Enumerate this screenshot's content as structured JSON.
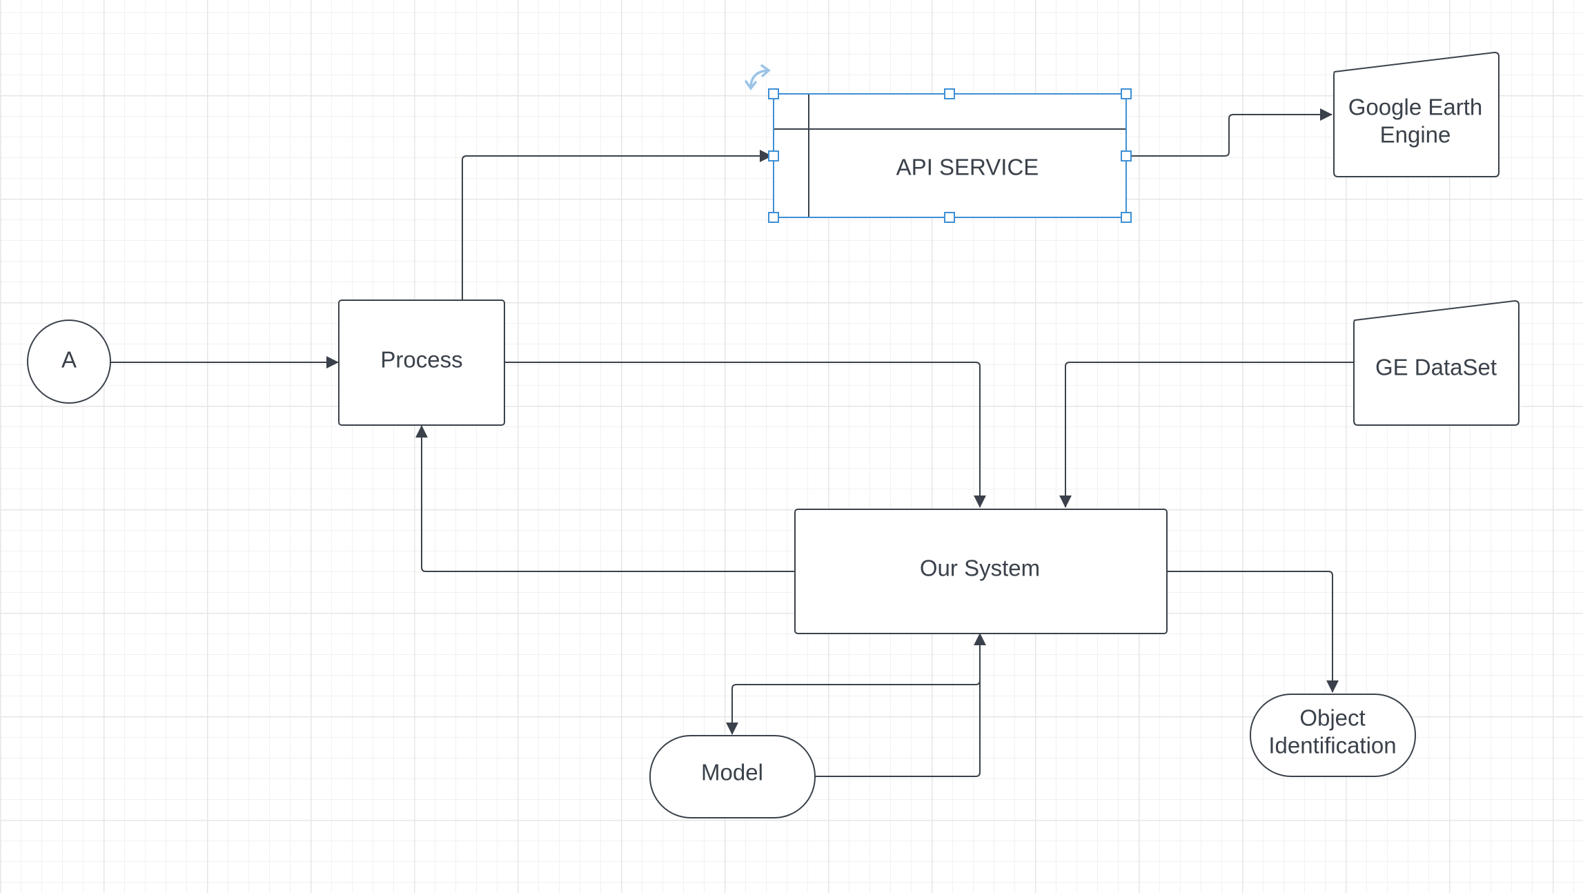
{
  "nodes": {
    "a": "A",
    "process": "Process",
    "api_service": "API SERVICE",
    "google_earth_engine": [
      "Google Earth",
      "Engine"
    ],
    "ge_dataset": "GE DataSet",
    "our_system": "Our System",
    "model": "Model",
    "object_identification": [
      "Object",
      "Identification"
    ]
  },
  "edges": [
    {
      "from": "a",
      "to": "process"
    },
    {
      "from": "process",
      "to": "api_service"
    },
    {
      "from": "api_service",
      "to": "google_earth_engine"
    },
    {
      "from": "process",
      "to": "our_system"
    },
    {
      "from": "ge_dataset",
      "to": "our_system"
    },
    {
      "from": "our_system",
      "to": "process"
    },
    {
      "from": "our_system",
      "to": "object_identification"
    },
    {
      "from": "our_system",
      "to": "model"
    },
    {
      "from": "model",
      "to": "our_system"
    }
  ],
  "selection": {
    "node": "api_service"
  },
  "colors": {
    "stroke": "#3a414a",
    "selection": "#3d8fd4",
    "grid": "#e6e6e6",
    "background": "#ffffff"
  }
}
